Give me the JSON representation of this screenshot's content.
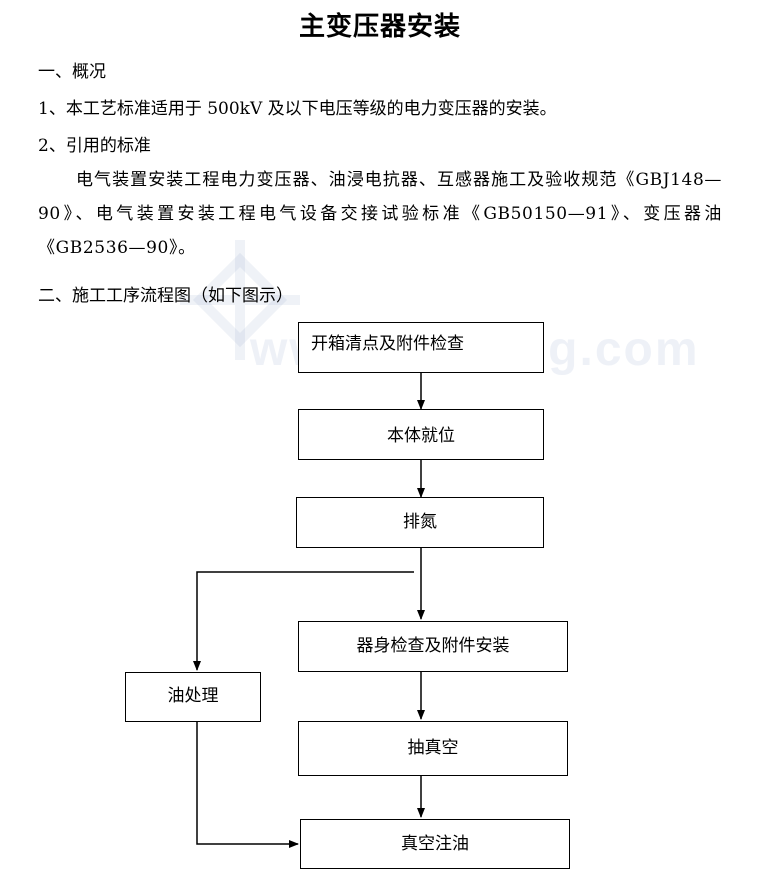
{
  "title": "主变压器安装",
  "sections": {
    "overview_heading": "一、概况",
    "item1": "1、本工艺标准适用于 500kV 及以下电压等级的电力变压器的安装。",
    "item2_heading": "2、引用的标准",
    "standards_paragraph": "电气装置安装工程电力变压器、油浸电抗器、互感器施工及验收规范《GBJ148—90》、电气装置安装工程电气设备交接试验标准《GB50150—91》、变压器油《GB2536—90》。",
    "flow_heading": "二、施工工序流程图（如下图示）"
  },
  "flowchart": {
    "steps": {
      "unpack": "开箱清点及附件检查",
      "positioning": "本体就位",
      "nitrogen": "排氮",
      "inspection": "器身检查及附件安装",
      "oil_treatment": "油处理",
      "vacuum": "抽真空",
      "vacuum_oil_fill": "真空注油"
    }
  },
  "watermark": {
    "text": "www.zhulong.com",
    "color": "#7896be"
  }
}
